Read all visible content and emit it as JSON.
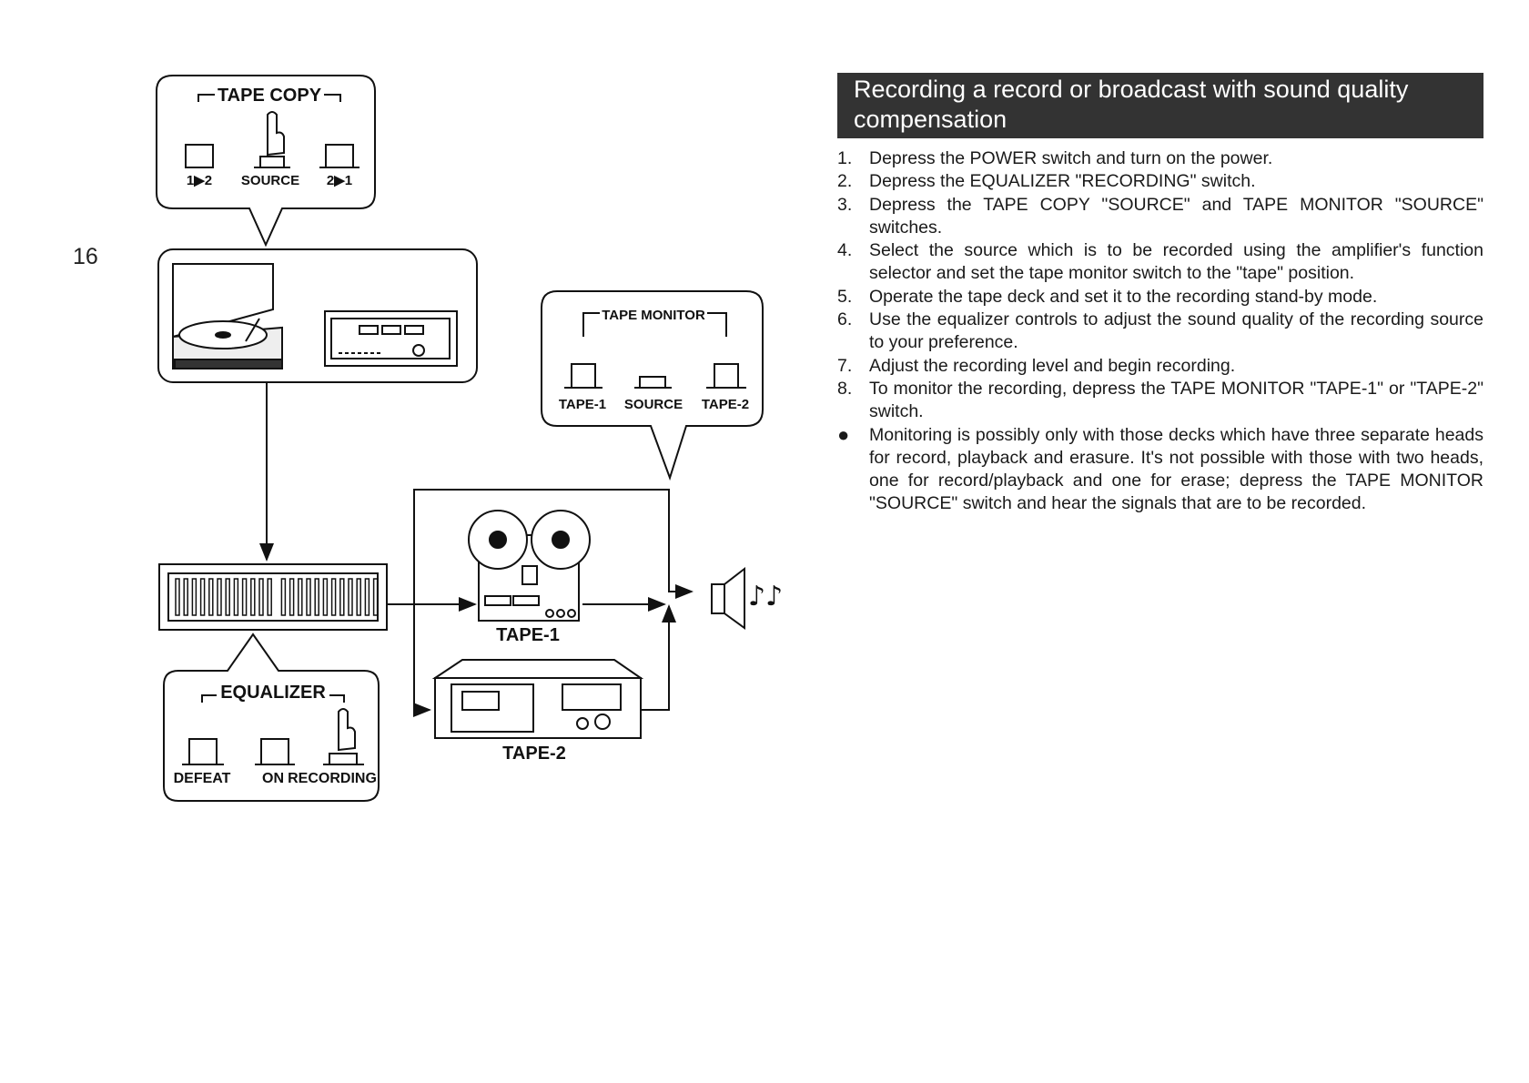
{
  "page_number": "16",
  "diagram": {
    "tape_copy": {
      "title": "TAPE COPY",
      "buttons": [
        "1▶2",
        "SOURCE",
        "2▶1"
      ]
    },
    "tape_monitor": {
      "title": "TAPE MONITOR",
      "buttons": [
        "TAPE-1",
        "SOURCE",
        "TAPE-2"
      ]
    },
    "equalizer": {
      "title": "EQUALIZER",
      "buttons": [
        "DEFEAT",
        "ON",
        "RECORDING"
      ]
    },
    "decks": [
      "TAPE-1",
      "TAPE-2"
    ],
    "speaker_icon": "speaker-icon",
    "music_notes": "♪♪",
    "pointer_icon": "pointing-hand-icon"
  },
  "section": {
    "title": "Recording a record or broadcast with sound quality compensation",
    "steps": [
      {
        "marker": "1.",
        "text": "Depress the POWER switch and turn on the power."
      },
      {
        "marker": "2.",
        "text": "Depress the EQUALIZER \"RECORDING\" switch."
      },
      {
        "marker": "3.",
        "text": "Depress the TAPE COPY \"SOURCE\" and TAPE MONITOR \"SOURCE\" switches."
      },
      {
        "marker": "4.",
        "text": "Select the source which is to be recorded using the amplifier's function selector and set the tape monitor switch to the \"tape\" position."
      },
      {
        "marker": "5.",
        "text": "Operate the tape deck and set it to the recording stand-by mode."
      },
      {
        "marker": "6.",
        "text": "Use the equalizer controls to adjust the sound quality of the recording source to your preference."
      },
      {
        "marker": "7.",
        "text": "Adjust the recording level and begin recording."
      },
      {
        "marker": "8.",
        "text": "To monitor the recording, depress the TAPE MONITOR \"TAPE-1\" or \"TAPE-2\" switch."
      },
      {
        "marker": "●",
        "text": "Monitoring is possibly only with those decks which have three separate heads for record, playback and erasure. It's not possible with those with two heads, one for record/playback and one for erase; depress the TAPE MONITOR \"SOURCE\" switch and hear the signals that are to be recorded."
      }
    ]
  }
}
